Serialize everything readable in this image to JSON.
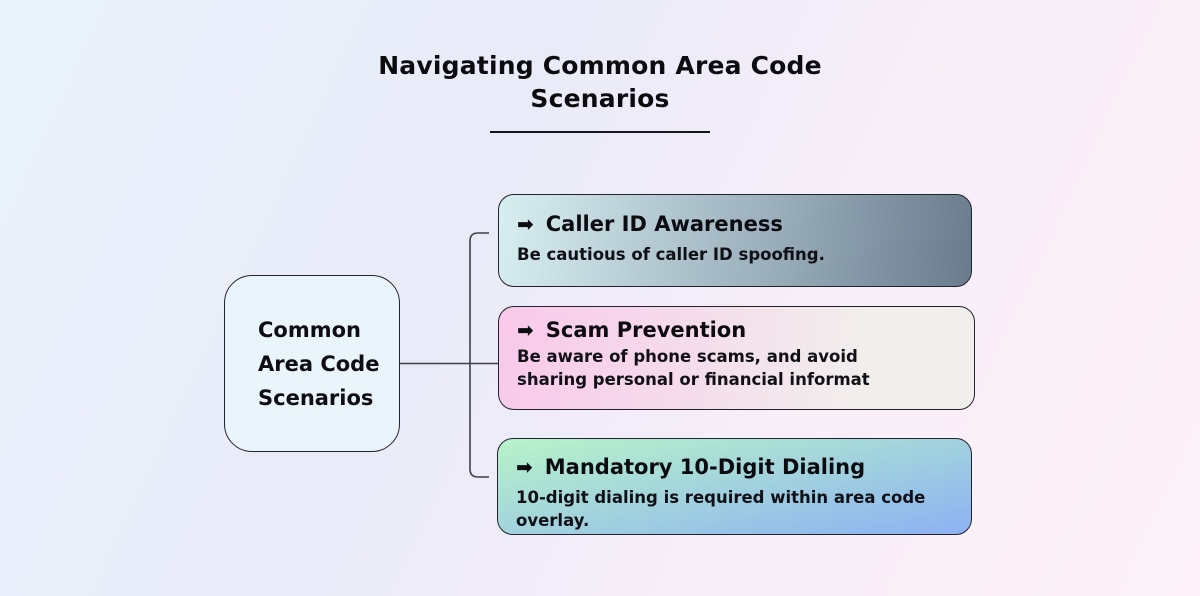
{
  "title": {
    "text": "Navigating Common Area Code Scenarios"
  },
  "root": {
    "label": "Common\nArea Code\nScenarios"
  },
  "branches": [
    {
      "title": "Caller ID Awareness",
      "description": "Be cautious of caller ID spoofing.",
      "gradient_start": "#d8eff1",
      "gradient_end": "#697b8d"
    },
    {
      "title": "Scam Prevention",
      "description": "Be aware of phone scams, and avoid sharing personal or financial informat",
      "gradient_start": "#f9c8ea",
      "gradient_end": "#f1efec"
    },
    {
      "title": "Mandatory 10-Digit Dialing",
      "description": "10-digit dialing is required within area code overlay.",
      "gradient_start": "#b7f4c9",
      "gradient_end": "#8db1f3"
    }
  ],
  "icons": {
    "arrow_glyph": "➡"
  },
  "colors": {
    "background_start": "#e9f2fb",
    "background_end": "#fdf2f9",
    "root_fill": "#e9f4fb",
    "node_border": "#23232e",
    "connector": "#3f3f49",
    "text": "#0d0d12"
  }
}
